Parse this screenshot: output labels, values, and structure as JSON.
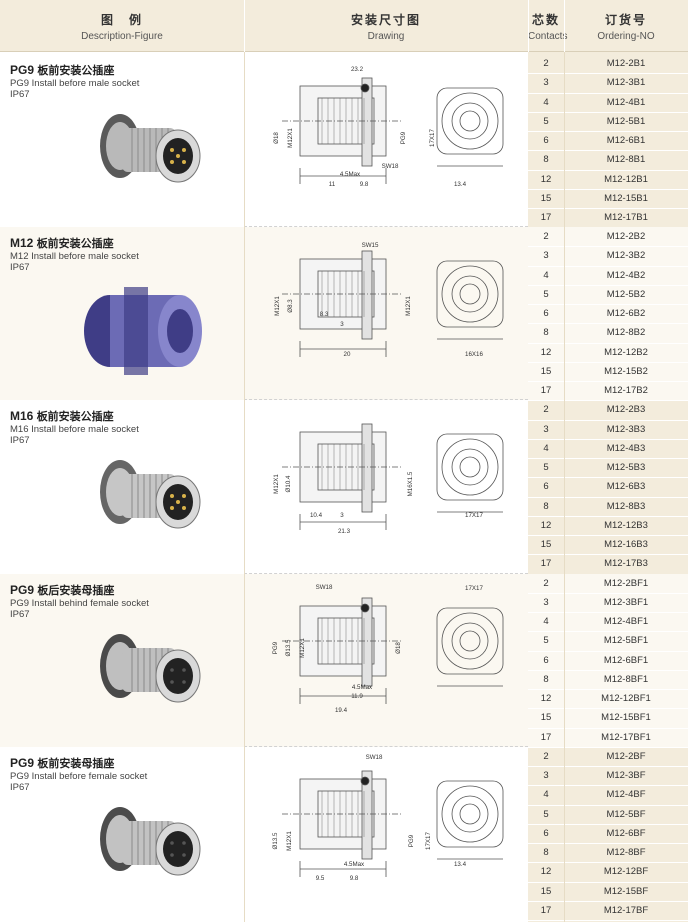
{
  "header": {
    "figure_cn": "图　例",
    "figure_en": "Description-Figure",
    "drawing_cn": "安装尺寸图",
    "drawing_en": "Drawing",
    "contacts_cn": "芯数",
    "contacts_en": "Contacts",
    "ordering_cn": "订货号",
    "ordering_en": "Ordering-NO"
  },
  "sections": [
    {
      "title_code": "PG9",
      "title_cn": "板前安装公插座",
      "subtitle": "PG9 Install before male socket",
      "ip": "IP67",
      "dims": [
        "23.2",
        "Ø18",
        "M12X1",
        "PG9",
        "17X17",
        "SW18",
        "4.5Max",
        "11",
        "9.8",
        "13.4"
      ],
      "rows": [
        {
          "c": "2",
          "o": "M12-2B1"
        },
        {
          "c": "3",
          "o": "M12-3B1"
        },
        {
          "c": "4",
          "o": "M12-4B1"
        },
        {
          "c": "5",
          "o": "M12-5B1"
        },
        {
          "c": "6",
          "o": "M12-6B1"
        },
        {
          "c": "8",
          "o": "M12-8B1"
        },
        {
          "c": "12",
          "o": "M12-12B1"
        },
        {
          "c": "15",
          "o": "M12-15B1"
        },
        {
          "c": "17",
          "o": "M12-17B1"
        }
      ]
    },
    {
      "title_code": "M12",
      "title_cn": "板前安装公插座",
      "subtitle": "M12 Install before male socket",
      "ip": "IP67",
      "dims": [
        "SW15",
        "M12X1",
        "Ø8.3",
        "M12X1",
        "8.3",
        "3",
        "20",
        "16X16"
      ],
      "rows": [
        {
          "c": "2",
          "o": "M12-2B2"
        },
        {
          "c": "3",
          "o": "M12-3B2"
        },
        {
          "c": "4",
          "o": "M12-4B2"
        },
        {
          "c": "5",
          "o": "M12-5B2"
        },
        {
          "c": "6",
          "o": "M12-6B2"
        },
        {
          "c": "8",
          "o": "M12-8B2"
        },
        {
          "c": "12",
          "o": "M12-12B2"
        },
        {
          "c": "15",
          "o": "M12-15B2"
        },
        {
          "c": "17",
          "o": "M12-17B2"
        }
      ]
    },
    {
      "title_code": "M16",
      "title_cn": "板前安装公插座",
      "subtitle": "M16 Install before male socket",
      "ip": "IP67",
      "dims": [
        "M12X1",
        "Ø10.4",
        "M16X1.5",
        "10.4",
        "3",
        "21.3",
        "17X17"
      ],
      "rows": [
        {
          "c": "2",
          "o": "M12-2B3"
        },
        {
          "c": "3",
          "o": "M12-3B3"
        },
        {
          "c": "4",
          "o": "M12-4B3"
        },
        {
          "c": "5",
          "o": "M12-5B3"
        },
        {
          "c": "6",
          "o": "M12-6B3"
        },
        {
          "c": "8",
          "o": "M12-8B3"
        },
        {
          "c": "12",
          "o": "M12-12B3"
        },
        {
          "c": "15",
          "o": "M12-16B3"
        },
        {
          "c": "17",
          "o": "M12-17B3"
        }
      ]
    },
    {
      "title_code": "PG9",
      "title_cn": "板后安装母插座",
      "subtitle": "PG9 Install behind female socket",
      "ip": "IP67",
      "dims": [
        "SW18",
        "PG9",
        "Ø13.5",
        "M12X1",
        "Ø18",
        "4.5Max",
        "11.9",
        "19.4",
        "17X17"
      ],
      "rows": [
        {
          "c": "2",
          "o": "M12-2BF1"
        },
        {
          "c": "3",
          "o": "M12-3BF1"
        },
        {
          "c": "4",
          "o": "M12-4BF1"
        },
        {
          "c": "5",
          "o": "M12-5BF1"
        },
        {
          "c": "6",
          "o": "M12-6BF1"
        },
        {
          "c": "8",
          "o": "M12-8BF1"
        },
        {
          "c": "12",
          "o": "M12-12BF1"
        },
        {
          "c": "15",
          "o": "M12-15BF1"
        },
        {
          "c": "17",
          "o": "M12-17BF1"
        }
      ]
    },
    {
      "title_code": "PG9",
      "title_cn": "板前安装母插座",
      "subtitle": "PG9 Install before female socket",
      "ip": "IP67",
      "dims": [
        "SW18",
        "Ø13.5",
        "M12X1",
        "PG9",
        "17X17",
        "4.5Max",
        "9.5",
        "9.8",
        "13.4"
      ],
      "rows": [
        {
          "c": "2",
          "o": "M12-2BF"
        },
        {
          "c": "3",
          "o": "M12-3BF"
        },
        {
          "c": "4",
          "o": "M12-4BF"
        },
        {
          "c": "5",
          "o": "M12-5BF"
        },
        {
          "c": "6",
          "o": "M12-6BF"
        },
        {
          "c": "8",
          "o": "M12-8BF"
        },
        {
          "c": "12",
          "o": "M12-12BF"
        },
        {
          "c": "15",
          "o": "M12-15BF"
        },
        {
          "c": "17",
          "o": "M12-17BF"
        }
      ]
    }
  ]
}
